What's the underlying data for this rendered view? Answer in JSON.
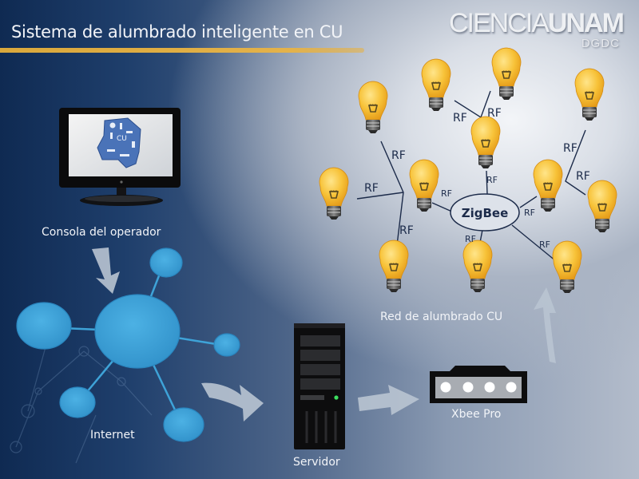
{
  "title": "Sistema de alumbrado inteligente en CU",
  "logo": {
    "brand_light": "CIENCIA",
    "brand_bold": "UNAM",
    "sub": "DGDC"
  },
  "colors": {
    "accent_bar": "#e0ae44",
    "bulb_glass": "#f7c238",
    "network_node": "#3ea3d8",
    "arrow": "#b8c4d2",
    "line": "#1c2b4a"
  },
  "components": {
    "console": {
      "label": "Consola del operador",
      "screen_text": "CU"
    },
    "internet": {
      "label": "Internet"
    },
    "server": {
      "label": "Servidor"
    },
    "xbee": {
      "label": "Xbee Pro"
    },
    "network": {
      "label": "Red de alumbrado CU",
      "hub_label": "ZigBee"
    }
  },
  "link_label": "RF",
  "rf_labels": [
    "RF",
    "RF",
    "RF",
    "RF",
    "RF",
    "RF",
    "RF",
    "RF",
    "RF",
    "RF",
    "RF",
    "RF"
  ]
}
